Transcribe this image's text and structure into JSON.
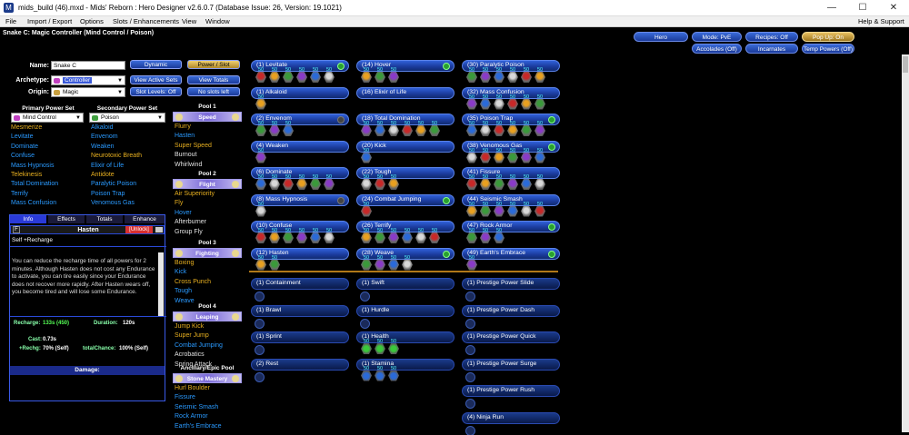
{
  "window": {
    "title": "mids_build (46).mxd - Mids' Reborn : Hero Designer v2.6.0.7 (Database Issue: 26, Version: 19.1021)",
    "controls": [
      "—",
      "☐",
      "✕"
    ]
  },
  "menu": {
    "items": [
      "File",
      "Import / Export",
      "Options",
      "Slots / Enhancements",
      "View",
      "Window"
    ],
    "right": "Help & Support"
  },
  "header": {
    "build_title": "Snake C: Magic Controller (Mind Control / Poison)"
  },
  "top_buttons": {
    "hero": "Hero",
    "mode": "Mode: PvE",
    "recipes": "Recipes: Off",
    "popup": "Pop Up: On",
    "accolades": "Accolades (Off)",
    "incarnates": "Incarnates",
    "temp_powers": "Temp Powers (Off)"
  },
  "form": {
    "name_label": "Name:",
    "name_value": "Snake C",
    "archetype_label": "Archetype:",
    "archetype_value": "Controller",
    "origin_label": "Origin:",
    "origin_value": "Magic",
    "dynamic": "Dynamic",
    "power_slot": "Power / Slot",
    "view_active_sets": "View Active Sets",
    "view_totals": "View Totals",
    "slot_levels": "Slot Levels: Off",
    "no_slots_left": "No slots left"
  },
  "primary": {
    "header": "Primary Power Set",
    "selected": "Mind Control",
    "powers": [
      {
        "n": "Mesmerize",
        "c": "gold"
      },
      {
        "n": "Levitate",
        "c": "blue"
      },
      {
        "n": "Dominate",
        "c": "blue"
      },
      {
        "n": "Confuse",
        "c": "blue"
      },
      {
        "n": "Mass Hypnosis",
        "c": "blue"
      },
      {
        "n": "Telekinesis",
        "c": "gold"
      },
      {
        "n": "Total Domination",
        "c": "blue"
      },
      {
        "n": "Terrify",
        "c": "blue"
      },
      {
        "n": "Mass Confusion",
        "c": "blue"
      }
    ]
  },
  "secondary": {
    "header": "Secondary Power Set",
    "selected": "Poison",
    "powers": [
      {
        "n": "Alkaloid",
        "c": "blue"
      },
      {
        "n": "Envenom",
        "c": "blue"
      },
      {
        "n": "Weaken",
        "c": "blue"
      },
      {
        "n": "Neurotoxic Breath",
        "c": "gold"
      },
      {
        "n": "Elixir of Life",
        "c": "blue"
      },
      {
        "n": "Antidote",
        "c": "gold"
      },
      {
        "n": "Paralytic Poison",
        "c": "blue"
      },
      {
        "n": "Poison Trap",
        "c": "blue"
      },
      {
        "n": "Venomous Gas",
        "c": "blue"
      }
    ]
  },
  "pools": [
    {
      "title": "Pool 1",
      "name": "Speed",
      "powers": [
        {
          "n": "Flurry",
          "c": "gold"
        },
        {
          "n": "Hasten",
          "c": "blue"
        },
        {
          "n": "Super Speed",
          "c": "gold"
        },
        {
          "n": "Burnout",
          "c": "white"
        },
        {
          "n": "Whirlwind",
          "c": "white"
        }
      ]
    },
    {
      "title": "Pool 2",
      "name": "Flight",
      "powers": [
        {
          "n": "Air Superiority",
          "c": "gold"
        },
        {
          "n": "Fly",
          "c": "gold"
        },
        {
          "n": "Hover",
          "c": "blue"
        },
        {
          "n": "Afterburner",
          "c": "white"
        },
        {
          "n": "Group Fly",
          "c": "white"
        }
      ]
    },
    {
      "title": "Pool 3",
      "name": "Fighting",
      "powers": [
        {
          "n": "Boxing",
          "c": "gold"
        },
        {
          "n": "Kick",
          "c": "blue"
        },
        {
          "n": "Cross Punch",
          "c": "gold"
        },
        {
          "n": "Tough",
          "c": "blue"
        },
        {
          "n": "Weave",
          "c": "blue"
        }
      ]
    },
    {
      "title": "Pool 4",
      "name": "Leaping",
      "powers": [
        {
          "n": "Jump Kick",
          "c": "gold"
        },
        {
          "n": "Super Jump",
          "c": "gold"
        },
        {
          "n": "Combat Jumping",
          "c": "blue"
        },
        {
          "n": "Acrobatics",
          "c": "white"
        },
        {
          "n": "Spring Attack",
          "c": "white"
        }
      ]
    },
    {
      "title": "Ancillary/Epic Pool",
      "name": "Stone Mastery",
      "powers": [
        {
          "n": "Hurl Boulder",
          "c": "gold"
        },
        {
          "n": "Fissure",
          "c": "blue"
        },
        {
          "n": "Seismic Smash",
          "c": "blue"
        },
        {
          "n": "Rock Armor",
          "c": "blue"
        },
        {
          "n": "Earth's Embrace",
          "c": "blue"
        }
      ]
    }
  ],
  "info": {
    "tabs": [
      "Info",
      "Effects",
      "Totals",
      "Enhance"
    ],
    "f_label": "F",
    "power": "Hasten",
    "unlock": "[Unlock]",
    "short": "Self +Recharge",
    "desc": "You can reduce the recharge time of all powers for 2 minutes. Although Hasten does not cost any Endurance to activate, you can tire easily since your Endurance does not recover more rapidly. After Hasten wears off, you become tired and will lose some Endurance.",
    "recharge_label": "Recharge:",
    "recharge_value": "133s (450)",
    "duration_label": "Duration:",
    "duration_value": "120s",
    "cast_label": "Cast:",
    "cast_value": "0.73s",
    "rechg_label": "+Rechg:",
    "rechg_value": "70% (Self)",
    "chance_label": "totalChance:",
    "chance_value": "100% (Self)",
    "damage_label": "Damage:"
  },
  "slots": {
    "col1": [
      {
        "n": "(1) Levitate",
        "enh": 6,
        "dot": "green"
      },
      {
        "n": "(1) Alkaloid",
        "enh": 1,
        "dot": "none"
      },
      {
        "n": "(2) Envenom",
        "enh": 3,
        "dot": "grey"
      },
      {
        "n": "(4) Weaken",
        "enh": 1,
        "dot": "none"
      },
      {
        "n": "(6) Dominate",
        "enh": 6,
        "dot": "none"
      },
      {
        "n": "(8) Mass Hypnosis",
        "enh": 1,
        "dot": "grey"
      },
      {
        "n": "(10) Confuse",
        "enh": 6,
        "dot": "none"
      },
      {
        "n": "(12) Hasten",
        "enh": 2,
        "dot": "none"
      }
    ],
    "col2": [
      {
        "n": "(14) Hover",
        "enh": 3,
        "dot": "green"
      },
      {
        "n": "(16) Elixir of Life",
        "enh": 0,
        "dot": "none"
      },
      {
        "n": "(18) Total Domination",
        "enh": 6,
        "dot": "none"
      },
      {
        "n": "(20) Kick",
        "enh": 1,
        "dot": "none"
      },
      {
        "n": "(22) Tough",
        "enh": 3,
        "dot": "none"
      },
      {
        "n": "(24) Combat Jumping",
        "enh": 1,
        "dot": "green"
      },
      {
        "n": "(26) Terrify",
        "enh": 6,
        "dot": "none"
      },
      {
        "n": "(28) Weave",
        "enh": 4,
        "dot": "green"
      }
    ],
    "col3": [
      {
        "n": "(30) Paralytic Poison",
        "enh": 6,
        "dot": "none"
      },
      {
        "n": "(32) Mass Confusion",
        "enh": 6,
        "dot": "none"
      },
      {
        "n": "(35) Poison Trap",
        "enh": 6,
        "dot": "green"
      },
      {
        "n": "(38) Venomous Gas",
        "enh": 6,
        "dot": "green"
      },
      {
        "n": "(41) Fissure",
        "enh": 6,
        "dot": "none"
      },
      {
        "n": "(44) Seismic Smash",
        "enh": 6,
        "dot": "none"
      },
      {
        "n": "(47) Rock Armor",
        "enh": 3,
        "dot": "green"
      },
      {
        "n": "(49) Earth's Embrace",
        "enh": 1,
        "dot": "green"
      }
    ],
    "inherent1": [
      "(1) Containment",
      "(1) Brawl",
      "(1) Sprint",
      "(2) Rest"
    ],
    "inherent2": [
      "(1) Swift",
      "(1) Hurdle",
      "(1) Health",
      "(1) Stamina"
    ],
    "inherent3": [
      "(1) Prestige Power Slide",
      "(1) Prestige Power Dash",
      "(1) Prestige Power Quick",
      "(1) Prestige Power Surge",
      "(1) Prestige Power Rush",
      "(4) Ninja Run"
    ],
    "enh_level": "50"
  },
  "colors": {
    "accent": "#2a5ad8",
    "gold": "#e8b020",
    "blue": "#2a9aff"
  }
}
